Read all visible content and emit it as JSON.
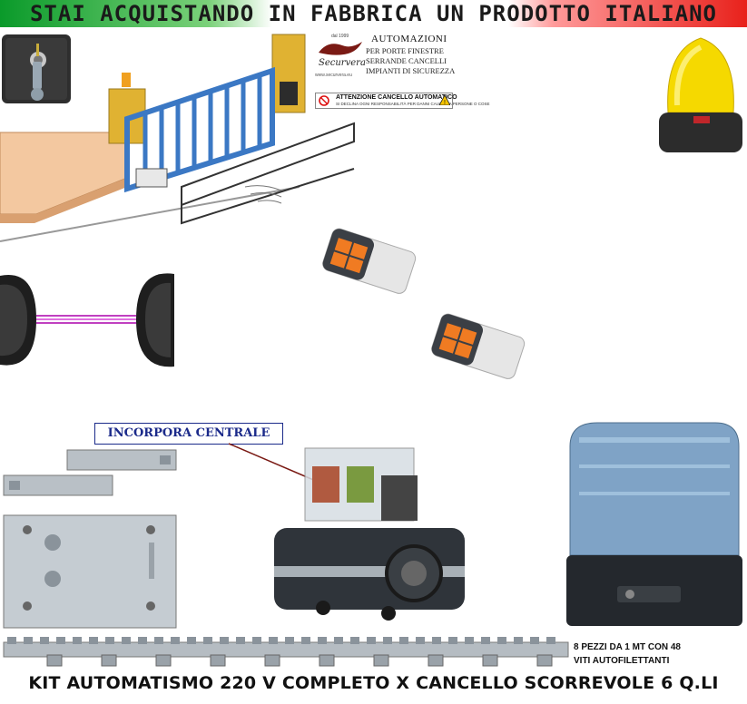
{
  "header": {
    "text": "STAI ACQUISTANDO IN FABBRICA UN PRODOTTO ITALIANO",
    "colors": [
      "#0a9a2a",
      "#ffffff",
      "#e8211b"
    ]
  },
  "logo": {
    "brand": "Securvera",
    "brand_tag": "dal 1999",
    "title": "AUTOMAZIONI",
    "lines": [
      "PER PORTE FINESTRE",
      "SERRANDE CANCELLI",
      "IMPIANTI DI SICUREZZA"
    ],
    "website": "www.securvera.eu",
    "warning_title": "ATTENZIONE CANCELLO AUTOMATICO",
    "warning_sub": "SI DECLINA OGNI RESPONSABILITÀ PER DANNI CAUSATI A PERSONE O COSE"
  },
  "callout": {
    "text": "INCORPORA CENTRALE"
  },
  "rack_note": {
    "line1": "8 PEZZI DA 1 MT CON 48",
    "line2": "VITI AUTOFILETTANTI"
  },
  "footer": {
    "text": "KIT AUTOMATISMO 220 V COMPLETO X CANCELLO SCORREVOLE 6 Q.LI"
  },
  "colors": {
    "gate_blue": "#3b78c4",
    "post_yellow": "#e0b232",
    "lamp_yellow": "#f5d900",
    "remote_orange": "#f07b22",
    "motor_gray": "#2f343a",
    "cover_blue": "#7fa3c6"
  }
}
